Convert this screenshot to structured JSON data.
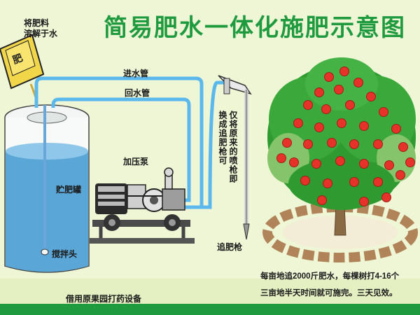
{
  "title": "简易肥水一体化施肥示意图",
  "labels": {
    "dissolve_note": "将肥料\n溶解于水",
    "fertilizer_bag": "肥",
    "inlet_pipe": "进水管",
    "return_pipe": "回水管",
    "pressure_pump": "加压泵",
    "tank": "贮肥罐",
    "stirrer": "搅拌头",
    "spray_gun": "追肥枪",
    "gun_note_col1": "换成追肥枪可",
    "gun_note_col2": "仅将原来的喷枪即",
    "equipment_note": "借用原果园打药设备"
  },
  "footer": {
    "line1": "每亩地追2000斤肥水，每棵树打4-16个",
    "line2": "三亩地半天时间就可施完。三天见效。"
  },
  "colors": {
    "title": "#1f9a3e",
    "pipe": "#5bb8ec",
    "water": "#5aa6d6",
    "foliage": "#2f9a2f",
    "fruit": "#e5332a",
    "bottom_bar": "#1f9a3e"
  }
}
